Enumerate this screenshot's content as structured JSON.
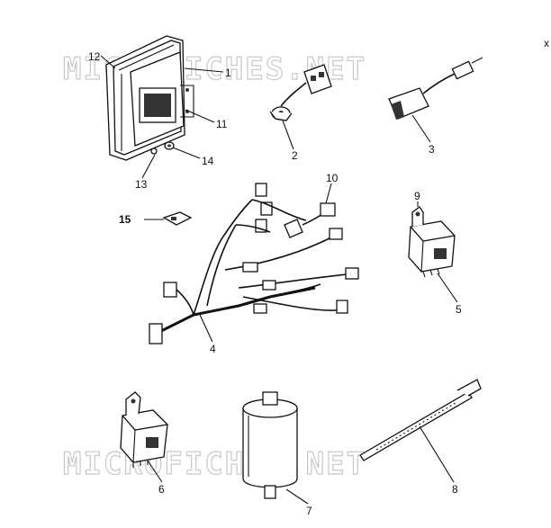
{
  "watermark": {
    "top": "MICROFICHES.NET",
    "bottom": "MICROFICHES.NET"
  },
  "edge_mark": "x",
  "callouts": [
    {
      "id": "1",
      "text": "1"
    },
    {
      "id": "2",
      "text": "2"
    },
    {
      "id": "3",
      "text": "3"
    },
    {
      "id": "4",
      "text": "4"
    },
    {
      "id": "5",
      "text": "5"
    },
    {
      "id": "6",
      "text": "6"
    },
    {
      "id": "7",
      "text": "7"
    },
    {
      "id": "8",
      "text": "8"
    },
    {
      "id": "9",
      "text": "9"
    },
    {
      "id": "10",
      "text": "10"
    },
    {
      "id": "11",
      "text": "11"
    },
    {
      "id": "12",
      "text": "12"
    },
    {
      "id": "13",
      "text": "13"
    },
    {
      "id": "14",
      "text": "14"
    },
    {
      "id": "15",
      "text": "15"
    }
  ]
}
